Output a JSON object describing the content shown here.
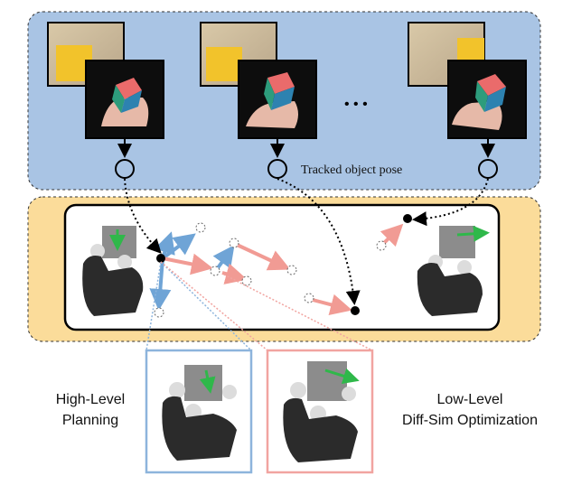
{
  "colors": {
    "top_panel_fill": "#a9c4e4",
    "bottom_panel_fill": "#fbdc9a",
    "blue_arrow": "#6fa4d6",
    "pink_arrow": "#f19b94",
    "blue_frame": "#8db4dc",
    "pink_frame": "#f1a4a0",
    "hand_dark": "#2b2b2b",
    "cube_gray": "#8c8c8c",
    "green_arrow": "#2fb84a"
  },
  "labels": {
    "tracked_pose": "Tracked object pose",
    "ellipsis": "• • •",
    "high_level_line1": "High-Level",
    "high_level_line2": "Planning",
    "low_level_line1": "Low-Level",
    "low_level_line2": "Diff-Sim Optimization"
  },
  "icons": {
    "video_frame": "video-frame-icon",
    "robot_hand": "robot-hand-icon",
    "pose_node": "pose-node-icon"
  }
}
